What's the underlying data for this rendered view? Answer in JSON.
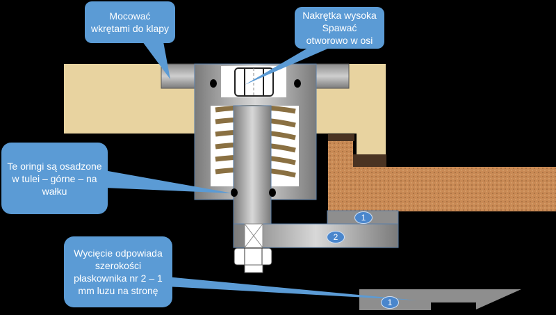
{
  "callouts": {
    "mount": "Mocować wkrętami do klapy",
    "nut": "Nakrętka wysoka Spawać otworowo w osi",
    "orings": "Te oringi są osadzone w tulei – górne – na wałku",
    "cutout": "Wycięcie odpowiada szerokości płaskownika nr 2 – 1 mm luzu na stronę"
  },
  "badges": {
    "plate1": "1",
    "plate2": "2",
    "plate1_bottom": "1"
  },
  "colors": {
    "callout": "#5b9bd5",
    "wood": "#e8d3a0",
    "cork": "#c88a55",
    "steel": "#a6a6a6"
  }
}
